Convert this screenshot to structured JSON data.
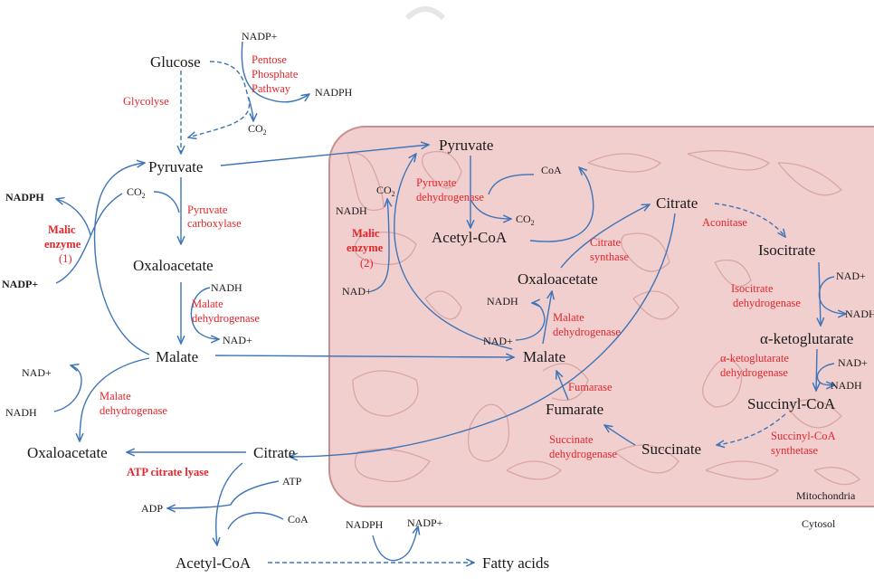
{
  "cytosol": {
    "glucose": "Glucose",
    "pyruvate": "Pyruvate",
    "oxaloacetate": "Oxaloacetate",
    "malate": "Malate",
    "oxaloacetate_left": "Oxaloacetate",
    "citrate": "Citrate",
    "acetyl_coa": "Acetyl-CoA",
    "fatty_acids": "Fatty acids",
    "nadp_top": "NADP+",
    "nadph_top": "NADPH",
    "co2_top": "CO2",
    "nadph_malic": "NADPH",
    "nadp_malic": "NADP+",
    "co2_pyr": "CO2",
    "nadh_mdh": "NADH",
    "nad_mdh": "NAD+",
    "nad_left": "NAD+",
    "nadh_left": "NADH",
    "atp": "ATP",
    "adp": "ADP",
    "coa": "CoA",
    "nadph_fa": "NADPH",
    "nadp_fa": "NADP+",
    "label": "Cytosol"
  },
  "cytosol_enzymes": {
    "glycolyse": "Glycolyse",
    "ppp": [
      "Pentose",
      "Phosphate",
      "Pathway"
    ],
    "pyruvate_carboxylase": [
      "Pyruvate",
      "carboxylase"
    ],
    "malic_enzyme_1": [
      "Malic",
      "enzyme",
      "(1)"
    ],
    "mdh_cyto": [
      "Malate",
      "dehydrogenase"
    ],
    "mdh_left": [
      "Malate",
      "dehydrogenase"
    ],
    "atp_citrate_lyase": "ATP citrate lyase"
  },
  "mito": {
    "pyruvate": "Pyruvate",
    "acetyl_coa": "Acetyl-CoA",
    "citrate": "Citrate",
    "isocitrate": "Isocitrate",
    "akg": "α-ketoglutarate",
    "succinyl_coa": "Succinyl-CoA",
    "succinate": "Succinate",
    "fumarate": "Fumarate",
    "malate": "Malate",
    "oxaloacetate": "Oxaloacetate",
    "coa": "CoA",
    "co2_pdh": "CO2",
    "co2_me2": "CO2",
    "nadh_me2": "NADH",
    "nad_me2": "NAD+",
    "nadh_mdh": "NADH",
    "nad_mdh": "NAD+",
    "nad_idh": "NAD+",
    "nadh_idh": "NADH",
    "nad_akg": "NAD+",
    "nadh_akg": "NADH",
    "label": "Mitochondria"
  },
  "mito_enzymes": {
    "pdh": [
      "Pyruvate",
      "dehydrogenase"
    ],
    "malic_enzyme_2": [
      "Malic",
      "enzyme",
      "(2)"
    ],
    "citrate_synthase": [
      "Citrate",
      "synthase"
    ],
    "aconitase": "Aconitase",
    "idh": [
      "Isocitrate",
      "dehydrogenase"
    ],
    "akgdh": [
      "α-ketoglutarate",
      "dehydrogenase"
    ],
    "scs": [
      "Succinyl-CoA",
      "synthetase"
    ],
    "sdh": [
      "Succinate",
      "dehydrogenase"
    ],
    "fumarase": "Fumarase",
    "mdh": [
      "Malate",
      "dehydrogenase"
    ]
  },
  "colors": {
    "arrow": "#3d74b8",
    "enzyme": "#e3262b",
    "mito_fill": "#f2cfcf",
    "mito_stroke": "#c98e8e"
  }
}
